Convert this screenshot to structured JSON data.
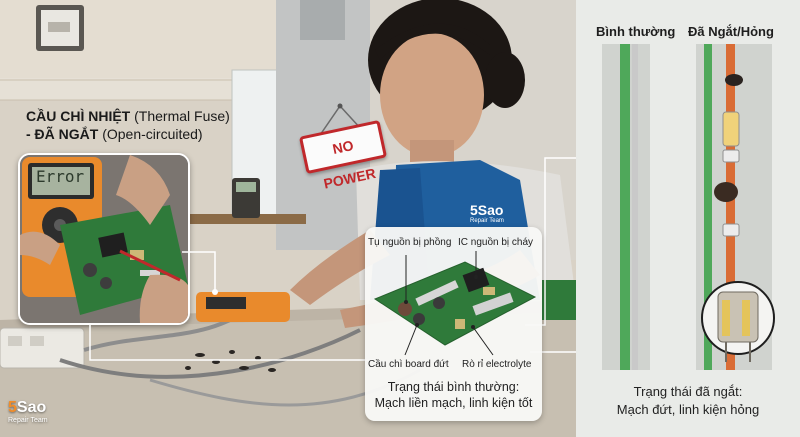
{
  "callout": {
    "line1_bold": "CẦU CHÌ NHIỆT",
    "line1_rest": "(Thermal Fuse)",
    "line2_bold": "- ĐÃ NGẮT",
    "line2_rest": "(Open-circuited)"
  },
  "meter_display": "Error",
  "sign_text": "NO POWER",
  "vest_logo": "5Sao",
  "vest_logo_sub": "Repair Team",
  "board_card": {
    "label_cap_bulge": "Tụ nguồn bị phồng",
    "label_ic_burnt": "IC nguồn bị cháy",
    "label_fuse_broken": "Cầu chì board đứt",
    "label_electrolyte_leak": "Rò rỉ electrolyte",
    "caption_line1": "Trạng thái bình thường:",
    "caption_line2": "Mạch liền mạch, linh kiện tốt"
  },
  "right_panel": {
    "heading_normal": "Bình thường",
    "heading_broken": "Đã Ngắt/Hỏng",
    "caption_line1": "Trạng thái đã ngắt:",
    "caption_line2": "Mạch đứt, linh kiện hỏng"
  },
  "brand": {
    "name_prefix": "5",
    "name_rest": "Sao",
    "tagline": "Repair Team"
  },
  "colors": {
    "accent_orange": "#f28c28",
    "vest_blue": "#1f5f9e",
    "sign_red": "#c0282b",
    "pcb_green": "#2f7a3a"
  }
}
